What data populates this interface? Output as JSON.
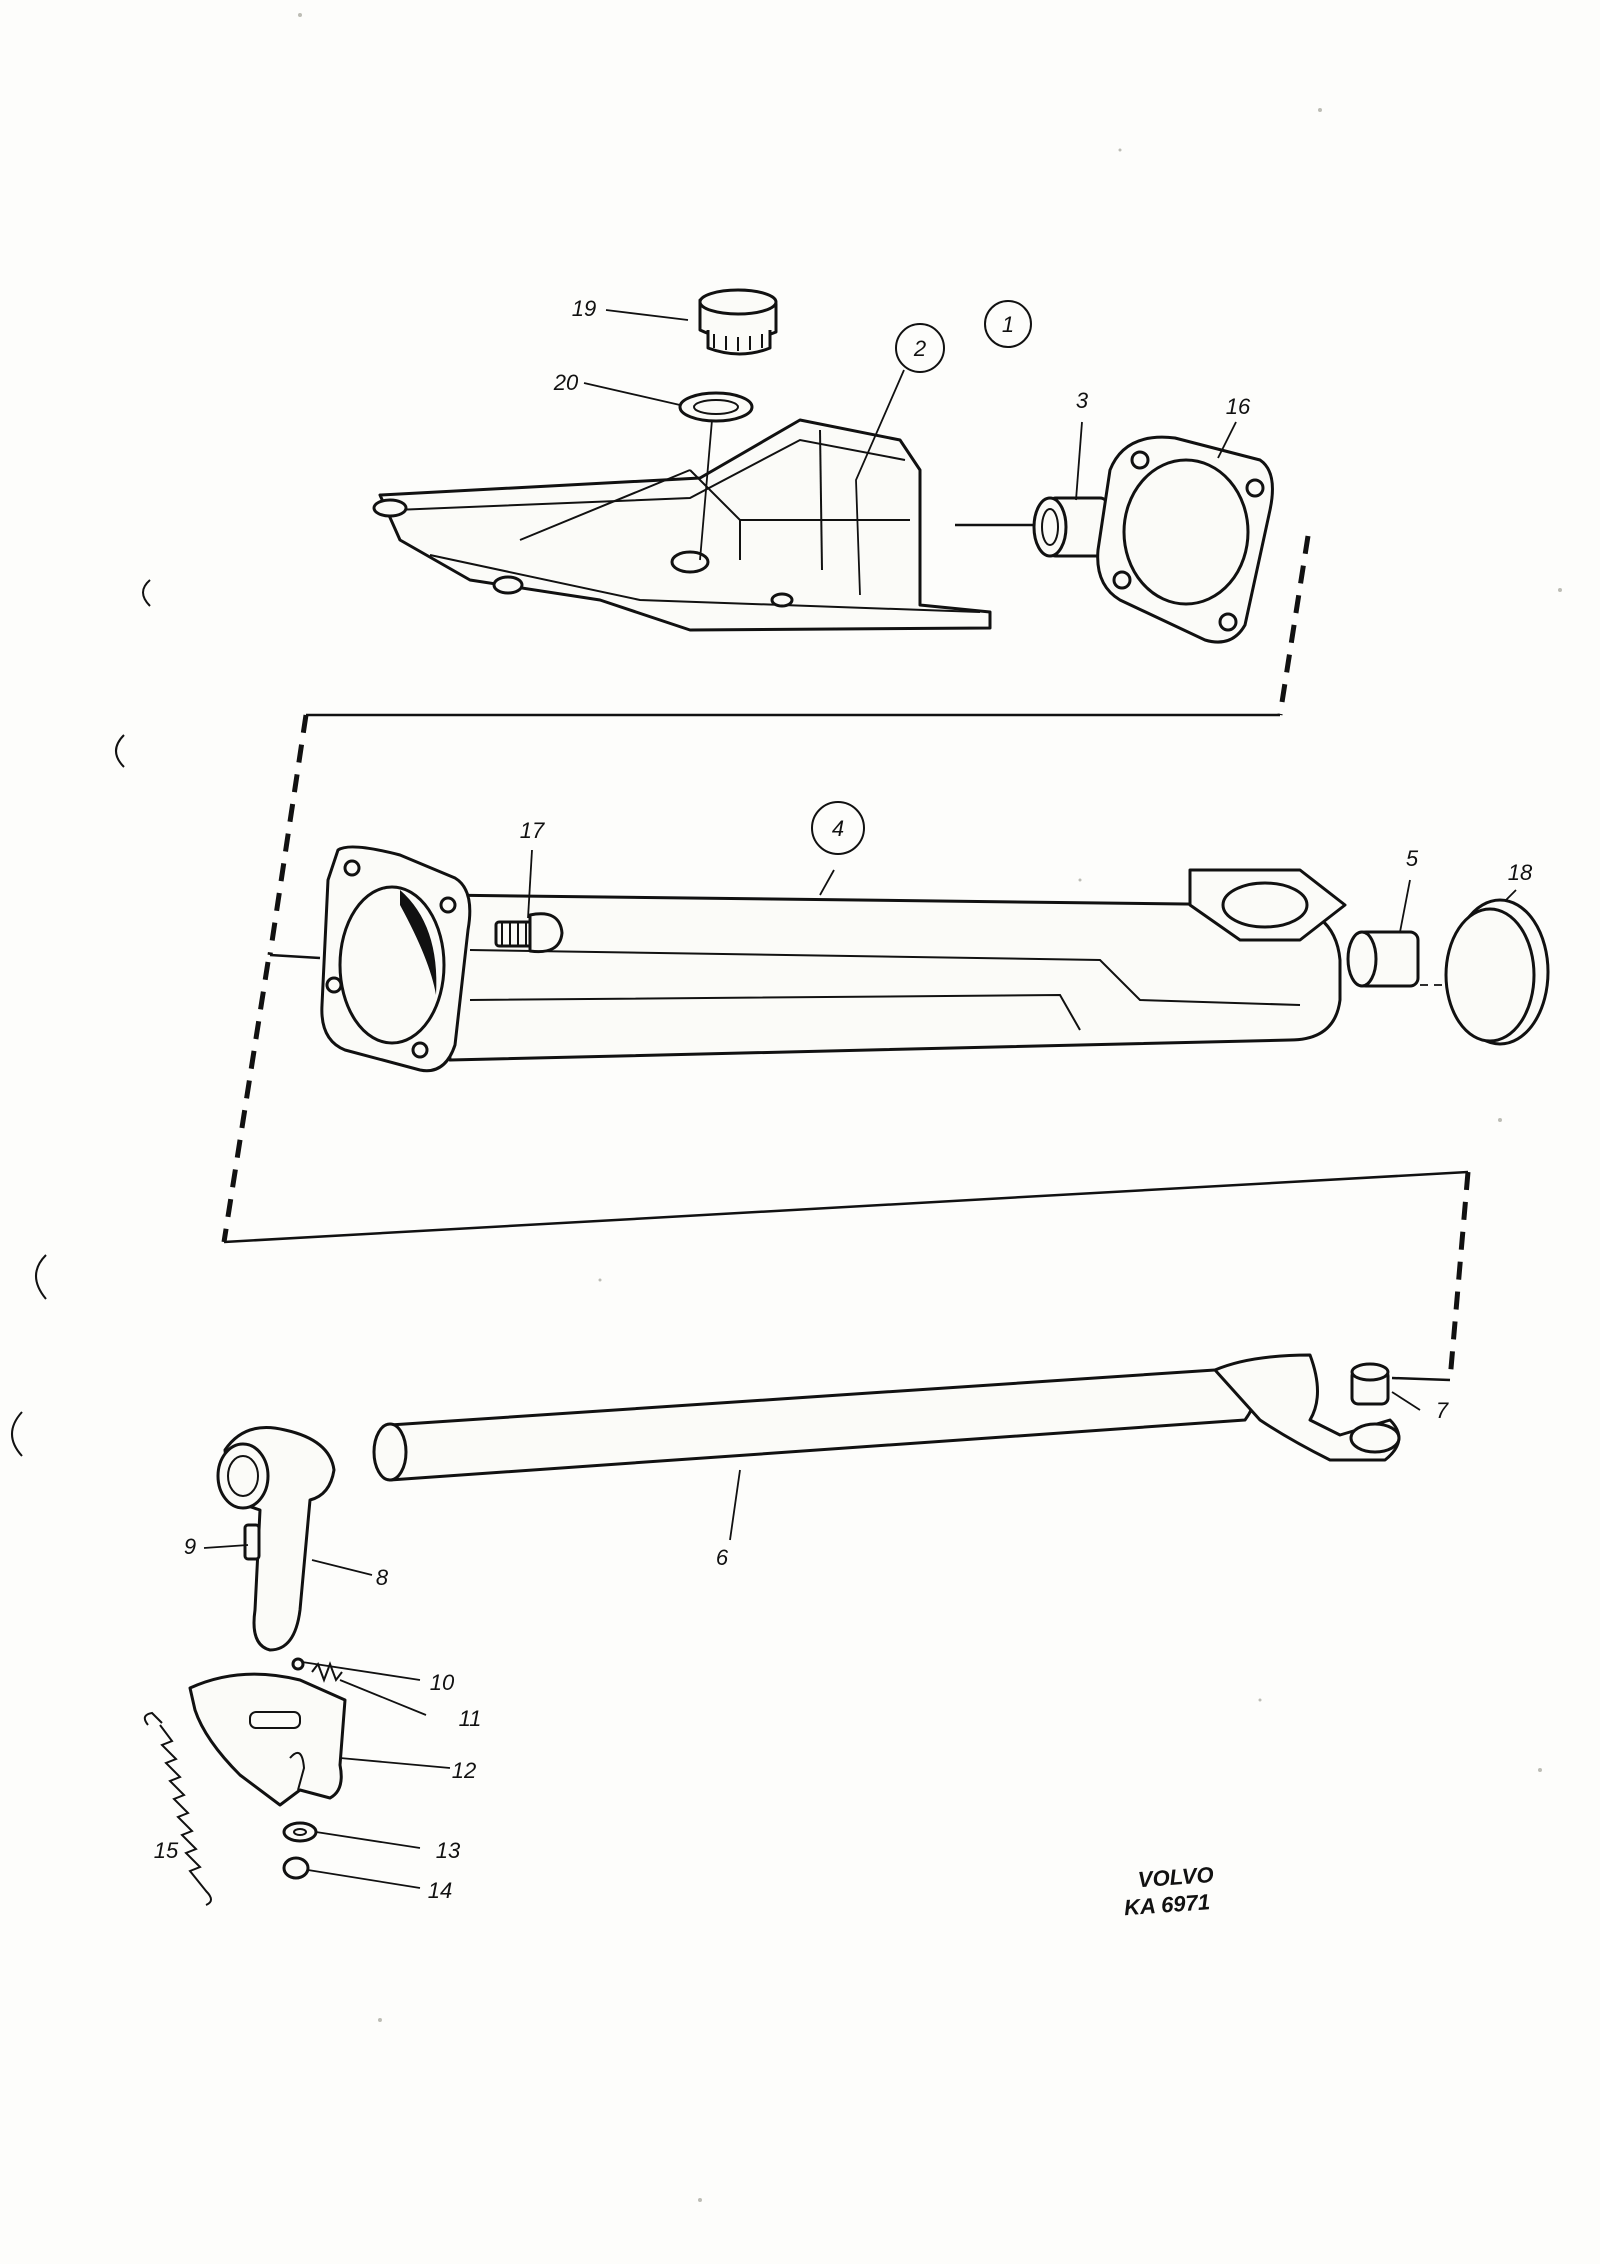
{
  "callouts": [
    {
      "id": "c1",
      "text": "1",
      "circled": true
    },
    {
      "id": "c2",
      "text": "2",
      "circled": true
    },
    {
      "id": "c3",
      "text": "3"
    },
    {
      "id": "c4",
      "text": "4",
      "circled": true
    },
    {
      "id": "c5",
      "text": "5"
    },
    {
      "id": "c6",
      "text": "6"
    },
    {
      "id": "c7",
      "text": "7"
    },
    {
      "id": "c8",
      "text": "8"
    },
    {
      "id": "c9",
      "text": "9"
    },
    {
      "id": "c10",
      "text": "10"
    },
    {
      "id": "c11",
      "text": "11"
    },
    {
      "id": "c12",
      "text": "12"
    },
    {
      "id": "c13",
      "text": "13"
    },
    {
      "id": "c14",
      "text": "14"
    },
    {
      "id": "c15",
      "text": "15"
    },
    {
      "id": "c16",
      "text": "16"
    },
    {
      "id": "c17",
      "text": "17"
    },
    {
      "id": "c18",
      "text": "18"
    },
    {
      "id": "c19",
      "text": "19"
    },
    {
      "id": "c20",
      "text": "20"
    }
  ],
  "brand": {
    "name": "VOLVO",
    "code": "KA 6971"
  }
}
